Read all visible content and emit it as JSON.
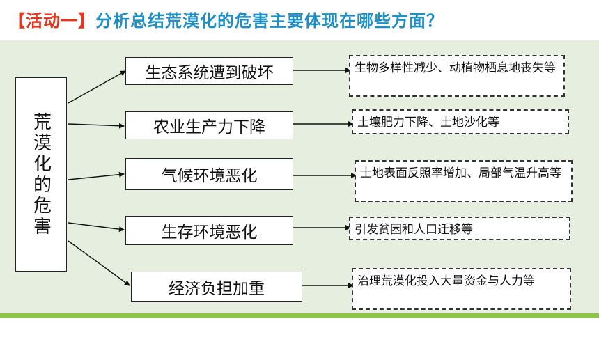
{
  "title": {
    "tag": "【活动一】",
    "question": "分析总结荒漠化的危害主要体现在哪些方面？"
  },
  "root": "荒漠化的危害",
  "branches": [
    {
      "label": "生态系统遭到破坏",
      "detail": "生物多样性减少、动植物栖息地丧失等"
    },
    {
      "label": "农业生产力下降",
      "detail": "土壤肥力下降、土地沙化等"
    },
    {
      "label": "气候环境恶化",
      "detail": "土地表面反照率增加、局部气温升高等"
    },
    {
      "label": "生存环境恶化",
      "detail": "引发贫困和人口迁移等"
    },
    {
      "label": "经济负担加重",
      "detail": "治理荒漠化投入大量资金与人力等"
    }
  ],
  "colors": {
    "title_tag": "#e8341a",
    "title_question": "#1d8fc8",
    "panel_background": "#e6eedf",
    "accent_line": "#8cc63f"
  }
}
